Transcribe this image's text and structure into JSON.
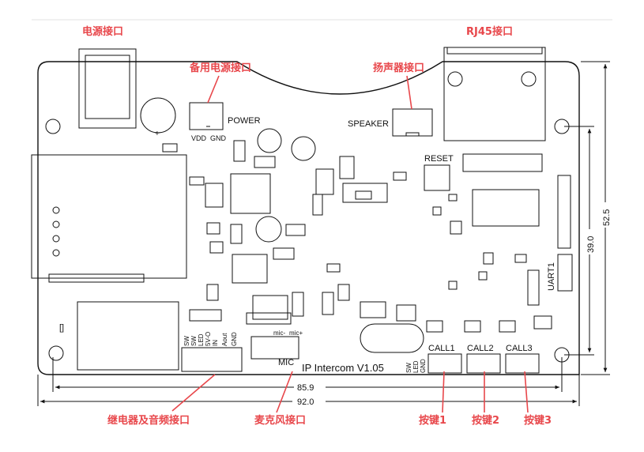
{
  "labels": {
    "power_port": "电源接口",
    "backup_power_port": "备用电源接口",
    "speaker_port": "扬声器接口",
    "rj45_port": "RJ45接口",
    "relay_audio_port": "继电器及音频接口",
    "mic_port": "麦克风接口",
    "key1": "按键1",
    "key2": "按键2",
    "key3": "按键3"
  },
  "silkscreen": {
    "power": "POWER",
    "vdd": "VDD",
    "gnd": "GND",
    "speaker": "SPEAKER",
    "reset": "RESET",
    "uart": "UART1",
    "mic": "MIC",
    "mic_minus": "mic-",
    "mic_plus": "mic+",
    "board_name": "IP Intercom V1.05",
    "call1": "CALL1",
    "call2": "CALL2",
    "call3": "CALL3",
    "sw_vertical": "SW",
    "led_vertical": "LED",
    "gnd_vertical": "GND",
    "relay_pins": [
      "SW",
      "SW",
      "LED",
      "5V-O",
      "IN",
      "Aout",
      "GND"
    ]
  },
  "dimensions": {
    "inner_width": "85.9",
    "outer_width": "92.0",
    "inner_height": "39.0",
    "outer_height": "52.5"
  },
  "colors": {
    "accent": "#e8474b",
    "line": "#111111"
  }
}
